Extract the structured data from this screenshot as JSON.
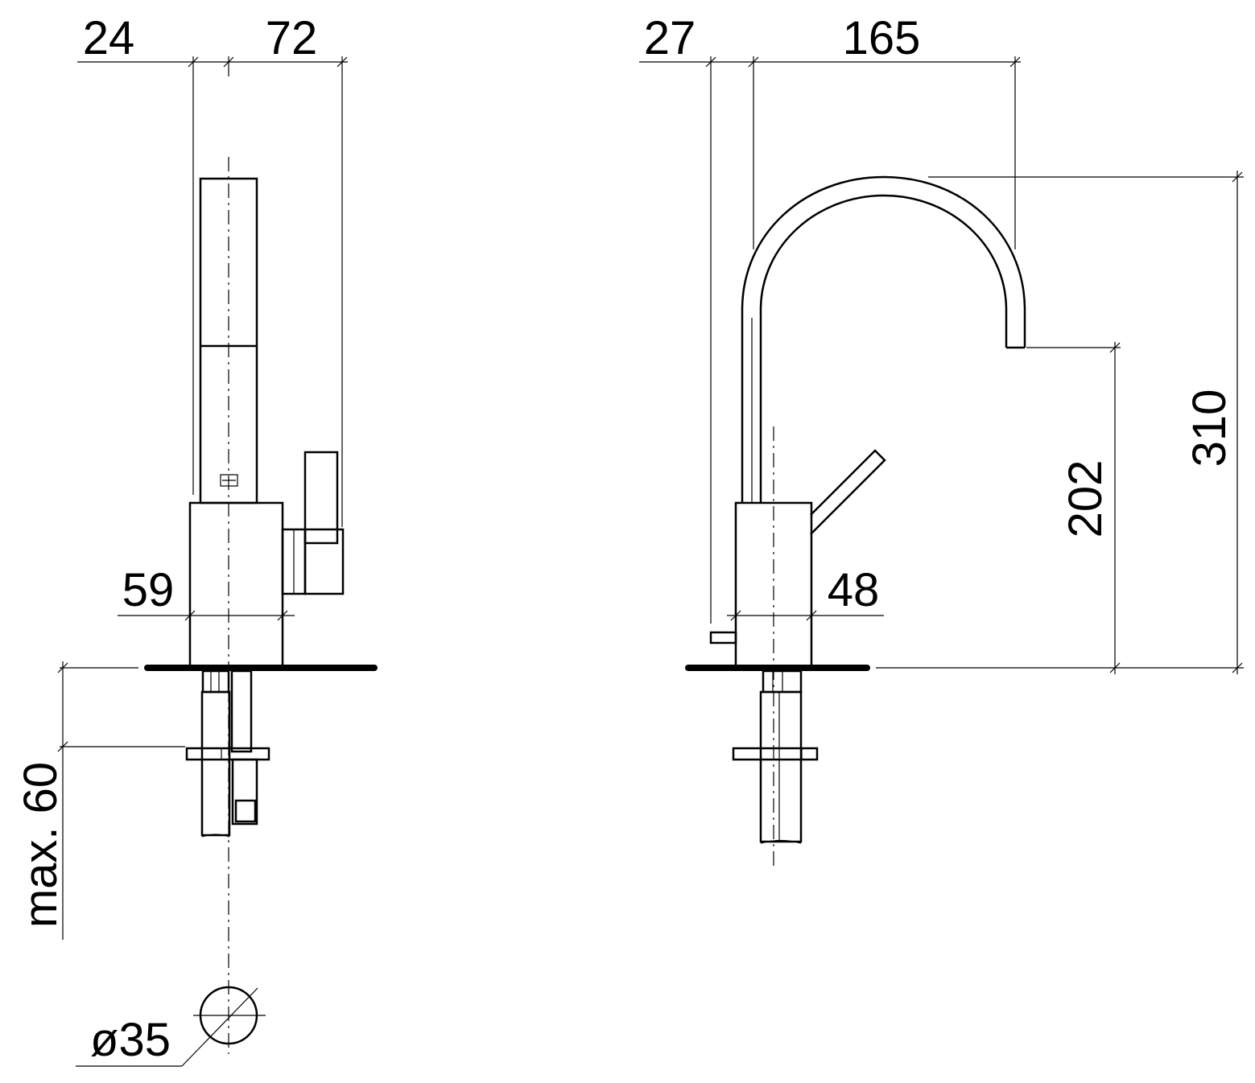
{
  "side_view": {
    "dim_top_left": "24",
    "dim_top_right": "72",
    "dim_body_width": "59",
    "dim_below_plate": "max. 60",
    "dim_hole_diameter": "ø35"
  },
  "front_view": {
    "dim_top_left": "27",
    "dim_top_right": "165",
    "dim_body_width": "48",
    "dim_outlet_height": "202",
    "dim_total_height": "310"
  }
}
